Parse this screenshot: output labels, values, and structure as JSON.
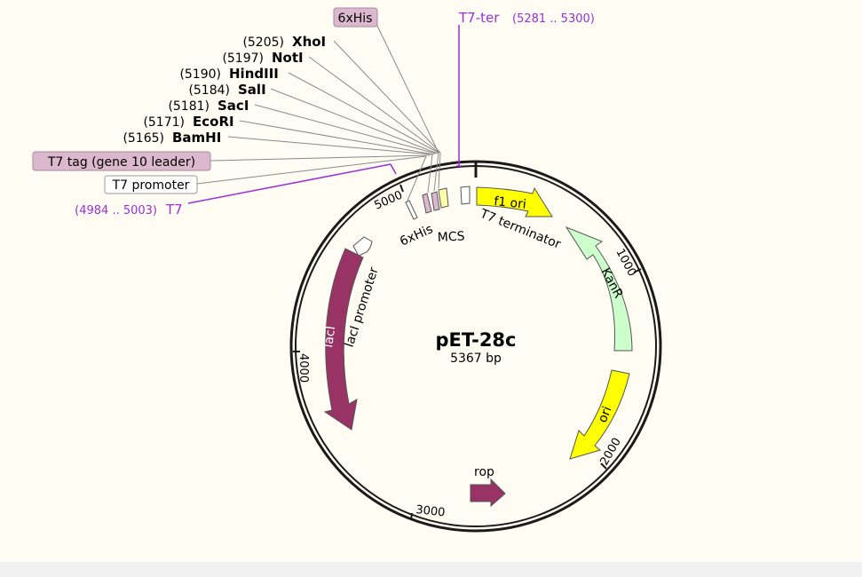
{
  "plasmid": {
    "name": "pET-28c",
    "length": "5367 bp"
  },
  "ticks": [
    "1000",
    "2000",
    "3000",
    "4000",
    "5000"
  ],
  "features": {
    "f1_ori": "f1 ori",
    "kanr": "KanR",
    "ori": "ori",
    "rop": "rop",
    "laci": "lacI",
    "laci_promoter": "lacI promoter",
    "t7_terminator": "T7 terminator",
    "mcs": "MCS",
    "his_small": "6xHis"
  },
  "sites": [
    {
      "pos": "(5205)",
      "name": "XhoI"
    },
    {
      "pos": "(5197)",
      "name": "NotI"
    },
    {
      "pos": "(5190)",
      "name": "HindIII"
    },
    {
      "pos": "(5184)",
      "name": "SalI"
    },
    {
      "pos": "(5181)",
      "name": "SacI"
    },
    {
      "pos": "(5171)",
      "name": "EcoRI"
    },
    {
      "pos": "(5165)",
      "name": "BamHI"
    }
  ],
  "boxed": {
    "his_tag": "6xHis",
    "t7_tag": "T7 tag (gene 10 leader)",
    "t7_promoter": "T7 promoter"
  },
  "primers": {
    "t7ter_name": "T7-ter",
    "t7ter_range": "(5281 .. 5300)",
    "t7_name": "T7",
    "t7_range": "(4984 .. 5003)"
  },
  "colors": {
    "background": "#fffcf3",
    "backbone": "#1a1a1a",
    "f1_ori": "#ffff00",
    "kanr": "#ccffcc",
    "ori": "#ffff00",
    "rop": "#993366",
    "laci": "#993366",
    "his_box": "#dbb8cd",
    "primer": "#9b30d9"
  }
}
